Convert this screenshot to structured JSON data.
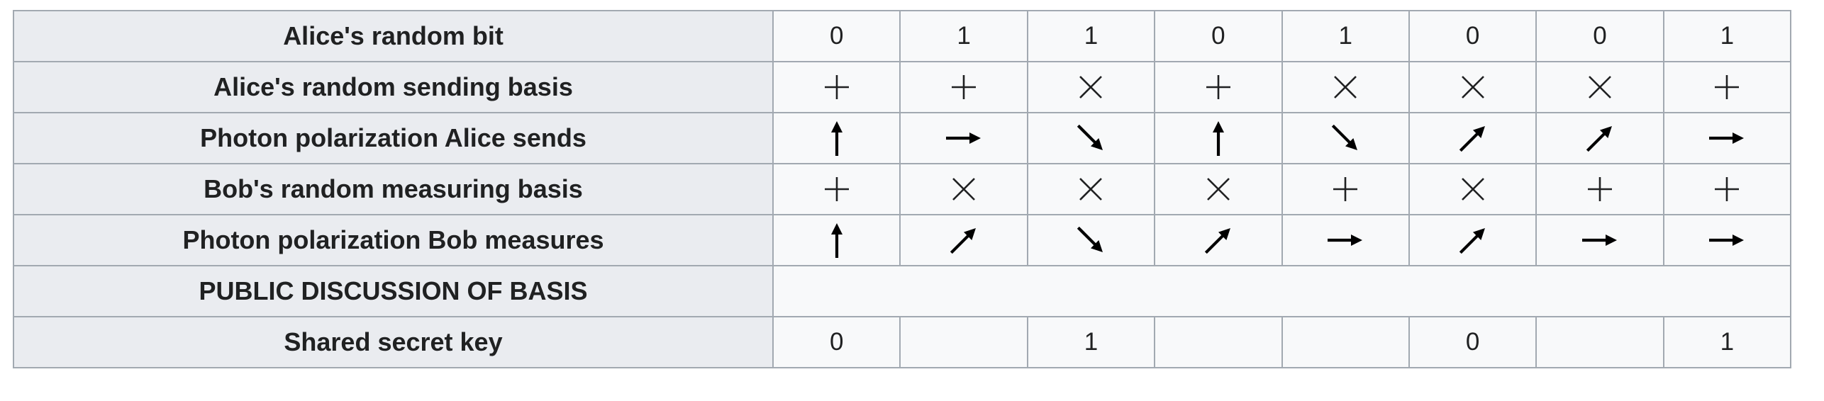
{
  "rows": [
    {
      "label": "Alice's random bit",
      "type": "text",
      "values": [
        "0",
        "1",
        "1",
        "0",
        "1",
        "0",
        "0",
        "1"
      ]
    },
    {
      "label": "Alice's random sending basis",
      "type": "basis",
      "values": [
        "plus",
        "plus",
        "cross",
        "plus",
        "cross",
        "cross",
        "cross",
        "plus"
      ]
    },
    {
      "label": "Photon polarization Alice sends",
      "type": "arrow",
      "values": [
        "up",
        "right",
        "down-right",
        "up",
        "down-right",
        "up-right",
        "up-right",
        "right"
      ]
    },
    {
      "label": "Bob's random measuring basis",
      "type": "basis",
      "values": [
        "plus",
        "cross",
        "cross",
        "cross",
        "plus",
        "cross",
        "plus",
        "plus"
      ]
    },
    {
      "label": "Photon polarization Bob measures",
      "type": "arrow",
      "values": [
        "up",
        "up-right",
        "down-right",
        "up-right",
        "right",
        "up-right",
        "right",
        "right"
      ]
    },
    {
      "label": "PUBLIC DISCUSSION OF BASIS",
      "type": "span",
      "values": []
    },
    {
      "label": "Shared secret key",
      "type": "text",
      "values": [
        "0",
        "",
        "1",
        "",
        "",
        "0",
        "",
        "1"
      ]
    }
  ]
}
